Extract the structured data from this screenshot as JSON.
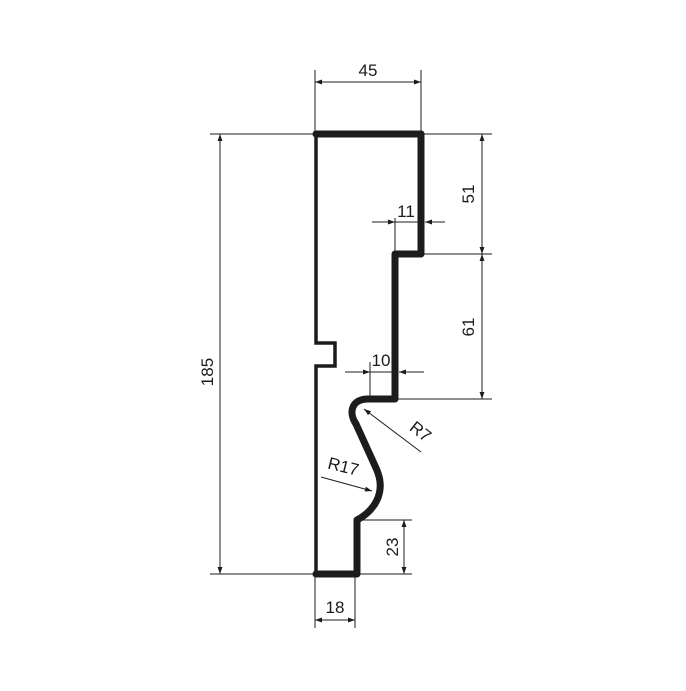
{
  "drawing": {
    "type": "profile-cross-section",
    "units": "mm",
    "colors": {
      "profile": "#1c1c1c",
      "dimension": "#1c1c1c",
      "background": "#ffffff"
    },
    "dimensions": {
      "top_width": "45",
      "overall_height": "185",
      "top_step_height": "51",
      "middle_step_height": "61",
      "top_step_offset": "11",
      "middle_step_offset": "10",
      "radius_small": "R7",
      "radius_large": "R17",
      "bottom_step_height": "23",
      "bottom_width": "18"
    }
  }
}
